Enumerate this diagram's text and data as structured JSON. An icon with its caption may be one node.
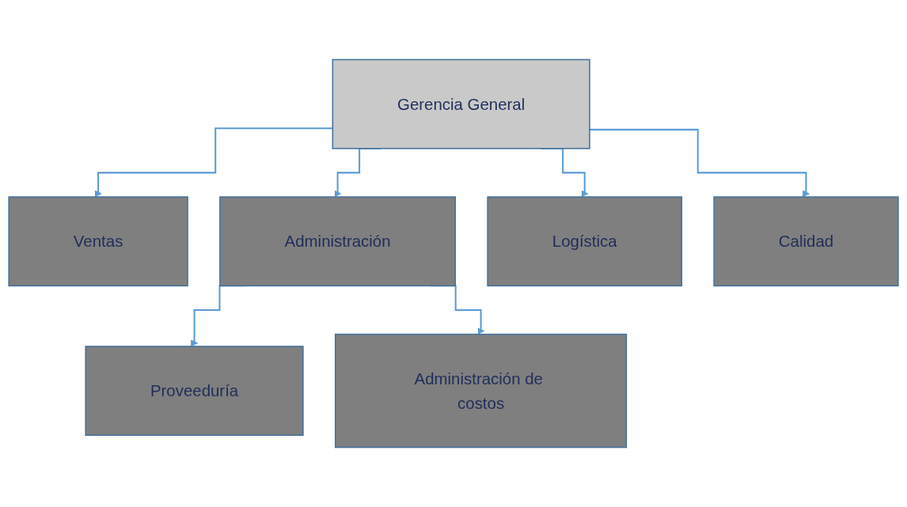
{
  "diagram": {
    "nodes": [
      {
        "text": [
          "Gerencia General"
        ]
      },
      {
        "text": [
          "Ventas"
        ]
      },
      {
        "text": [
          "Administración"
        ]
      },
      {
        "text": [
          "Logística"
        ]
      },
      {
        "text": [
          "Calidad"
        ]
      },
      {
        "text": [
          "Proveeduría"
        ]
      },
      {
        "text": [
          "Administración de costos"
        ]
      }
    ],
    "edges": [
      {
        "from": 0,
        "to": 1,
        "arrow": "to"
      },
      {
        "from": 0,
        "to": 2,
        "arrow": "to"
      },
      {
        "from": 0,
        "to": 3,
        "arrow": "to"
      },
      {
        "from": 0,
        "to": 4,
        "arrow": "to"
      },
      {
        "from": 2,
        "to": 5,
        "arrow": "to"
      },
      {
        "from": 2,
        "to": 6,
        "arrow": "to"
      }
    ]
  }
}
